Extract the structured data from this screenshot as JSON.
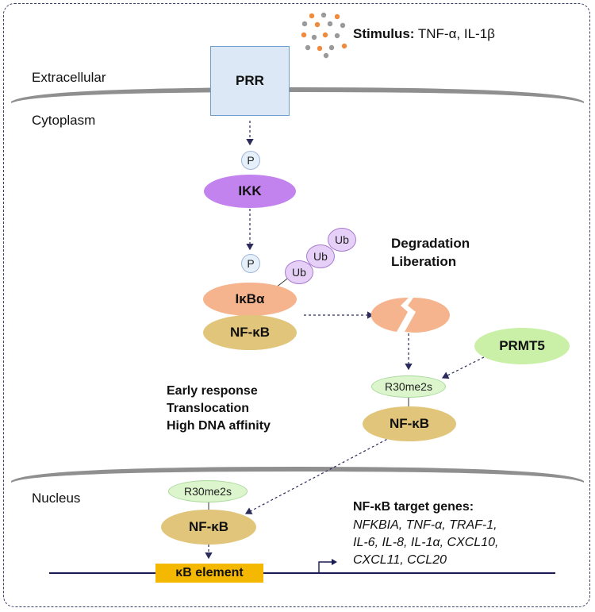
{
  "stimulus": {
    "label": "Stimulus:",
    "text": "TNF-α, IL-1β",
    "dot_colors": [
      "#f08a3c",
      "#9a9a9a"
    ]
  },
  "regions": {
    "extracellular": "Extracellular",
    "cytoplasm": "Cytoplasm",
    "nucleus": "Nucleus"
  },
  "nodes": {
    "prr": "PRR",
    "phospho_1": "P",
    "ikk": "IKK",
    "phospho_2": "P",
    "ub_1": "Ub",
    "ub_2": "Ub",
    "ub_3": "Ub",
    "ikba": "IκBα",
    "nfkb_complex": "NF-κB",
    "prmt5": "PRMT5",
    "r30_cyto": "R30me2s",
    "nfkb_cyto": "NF-κB",
    "r30_nuc": "R30me2s",
    "nfkb_nuc": "NF-κB",
    "kb_element": "κB element"
  },
  "annotations": {
    "degradation": "Degradation",
    "liberation": "Liberation",
    "early_response": "Early response",
    "translocation": "Translocation",
    "high_affinity": "High DNA affinity"
  },
  "target_genes": {
    "title": "NF-κB target genes:",
    "line1": "NFKBIA, TNF-α, TRAF-1,",
    "line2": "IL-6, IL-8, IL-1α, CXCL10,",
    "line3": "CXCL11, CCL20"
  },
  "colors": {
    "membrane": "#8f8f8f",
    "prr_fill": "#dce8f5",
    "prr_border": "#6f9fd0",
    "ikk": "#c283ee",
    "ub": "#e6d0f7",
    "ikba": "#f6b48e",
    "nfkb": "#e0c57a",
    "prmt5": "#c9f0a6",
    "r30": "#dcf5cd",
    "phospho": "#e6f0fb",
    "kb_element": "#f5b800",
    "dna": "#1a1a55",
    "arrow": "#2b2b5c"
  }
}
